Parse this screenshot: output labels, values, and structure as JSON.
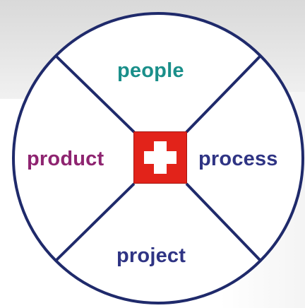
{
  "diagram": {
    "segments": {
      "top": {
        "label": "people",
        "color": "#1a8f8a"
      },
      "left": {
        "label": "product",
        "color": "#8e2470"
      },
      "right": {
        "label": "process",
        "color": "#2f3484"
      },
      "bottom": {
        "label": "project",
        "color": "#2f3484"
      }
    },
    "center_icon": "swiss-cross-icon",
    "colors": {
      "outline": "#1f2a6b",
      "badge": "#e2231a",
      "cross": "#ffffff"
    }
  }
}
